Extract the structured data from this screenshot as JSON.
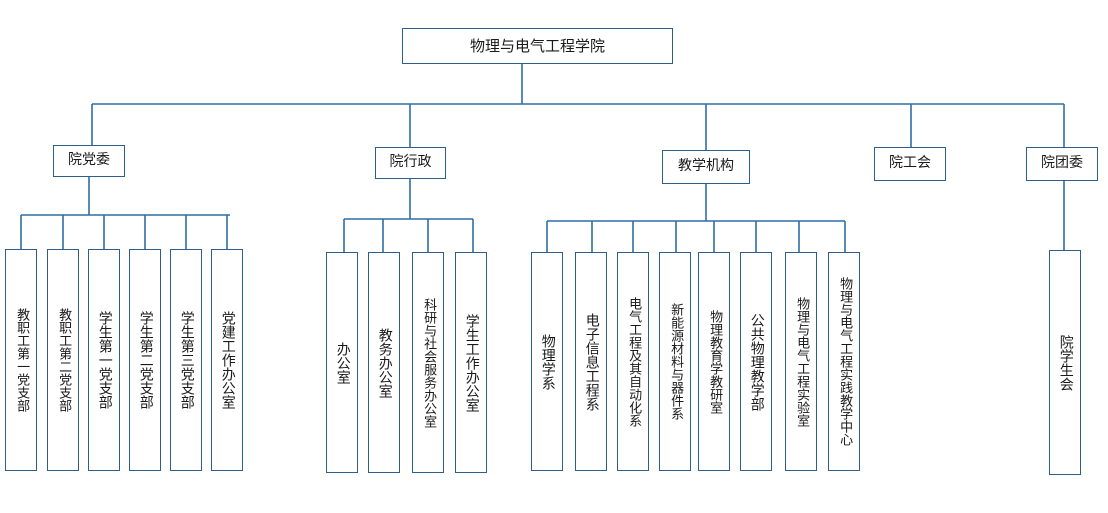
{
  "root": "物理与电气工程学院",
  "branches": [
    {
      "label": "院党委",
      "children": [
        "教职工第一党支部",
        "教职工第二党支部",
        "学生第一党支部",
        "学生第二党支部",
        "学生第三党支部",
        "党建工作办公室"
      ]
    },
    {
      "label": "院行政",
      "children": [
        "办公室",
        "教务办公室",
        "科研与社会服务办公室",
        "学生工作办公室"
      ]
    },
    {
      "label": "教学机构",
      "children": [
        "物理学系",
        "电子信息工程系",
        "电气工程及其自动化系",
        "新能源材料与器件系",
        "物理教育学教研室",
        "公共物理教学部",
        "物理与电气工程实验室",
        "物理与电气工程实践教学中心"
      ]
    },
    {
      "label": "院工会",
      "children": []
    },
    {
      "label": "院团委",
      "children": [
        "院学生会"
      ]
    }
  ],
  "colors": {
    "line": "#2e6ea6",
    "border": "#2e5f8a"
  }
}
